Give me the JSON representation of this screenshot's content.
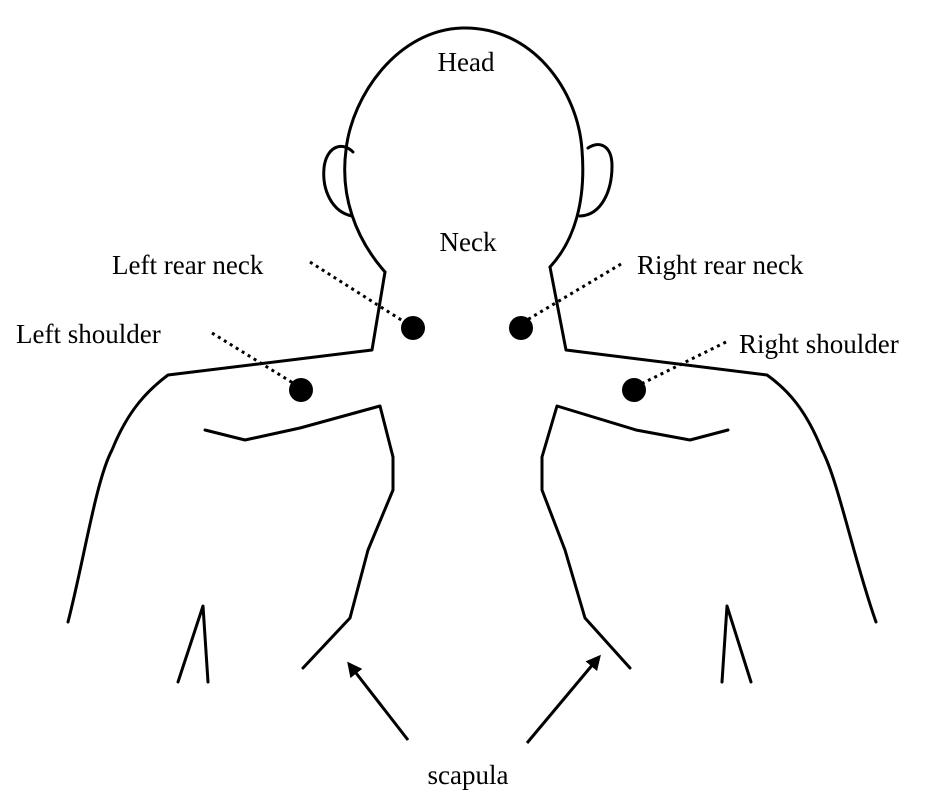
{
  "labels": {
    "head": "Head",
    "neck": "Neck",
    "left_rear_neck": "Left rear neck",
    "right_rear_neck": "Right rear neck",
    "left_shoulder": "Left shoulder",
    "right_shoulder": "Right shoulder",
    "scapula": "scapula"
  },
  "markers": [
    {
      "name": "left-rear-neck-point",
      "label_key": "left_rear_neck"
    },
    {
      "name": "right-rear-neck-point",
      "label_key": "right_rear_neck"
    },
    {
      "name": "left-shoulder-point",
      "label_key": "left_shoulder"
    },
    {
      "name": "right-shoulder-point",
      "label_key": "right_shoulder"
    }
  ],
  "colors": {
    "line": "#000000",
    "background": "#ffffff"
  }
}
